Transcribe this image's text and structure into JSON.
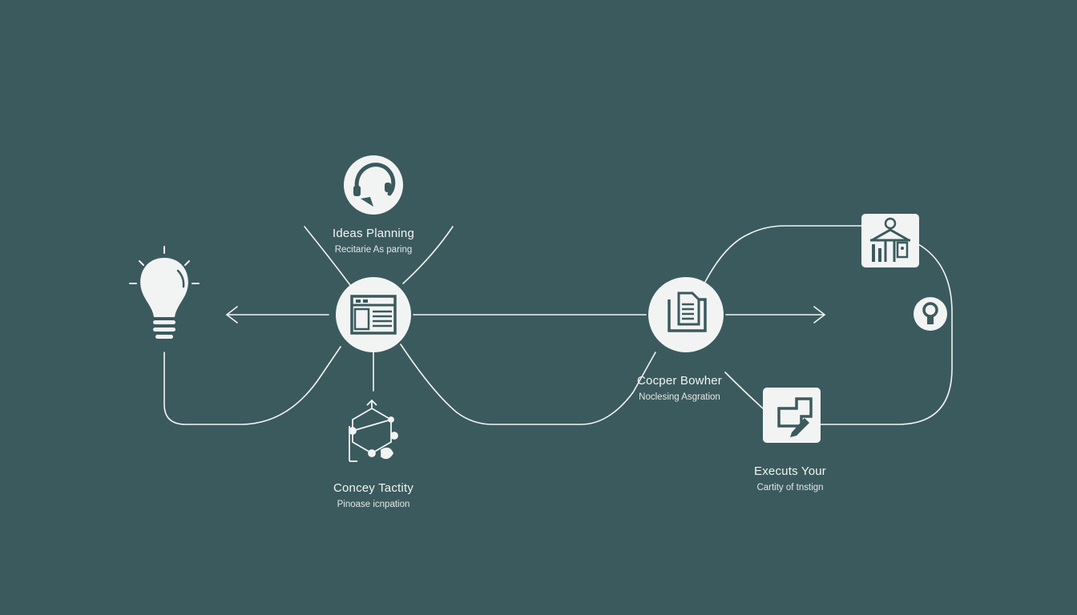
{
  "diagram": {
    "background": "#3b5a5e",
    "line_color": "#f2f4f3",
    "icon_color": "#3b5a5e",
    "nodes": [
      {
        "id": "ideas-planning",
        "title": "Ideas Planning",
        "subtitle": "Recitarie As paring",
        "icon": "headset-icon"
      },
      {
        "id": "concey-tactity",
        "title": "Concey Tactity",
        "subtitle": "Pinoase icnpation",
        "icon": "network-cycle-icon"
      },
      {
        "id": "cocper-bowher",
        "title": "Cocper Bowher",
        "subtitle": "Noclesing Asgration",
        "icon": "document-icon"
      },
      {
        "id": "executs-your",
        "title": "Executs Your",
        "subtitle": "Cartity of tnstign",
        "icon": "edit-box-icon"
      }
    ],
    "extra_icons": [
      "lightbulb-icon",
      "browser-window-icon",
      "building-user-icon",
      "small-bulb-icon"
    ]
  }
}
